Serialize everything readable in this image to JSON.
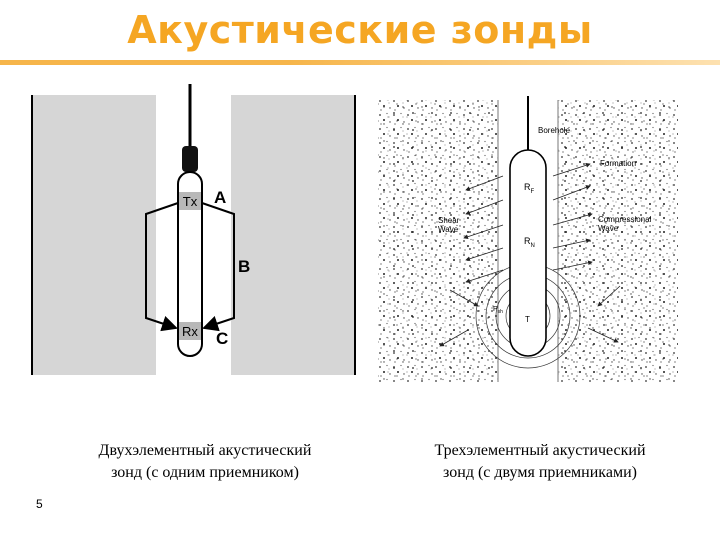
{
  "page": {
    "title": "Акустические зонды",
    "page_number": "5",
    "accent_color": "#f5a623"
  },
  "left_diagram": {
    "transmitter_label": "Tx",
    "receiver_label": "Rx",
    "point_a": "A",
    "point_b": "B",
    "point_c": "C",
    "caption_line1": "Двухэлементный акустический",
    "caption_line2": "зонд (с одним приемником)"
  },
  "right_diagram": {
    "borehole_label": "Borehole",
    "formation_label": "Formation",
    "compressional_label_1": "Compressional",
    "compressional_label_2": "Wave",
    "shear_label_1": "Shear",
    "shear_label_2": "Wave",
    "receiver_far": "R",
    "receiver_far_sub": "F",
    "receiver_near": "R",
    "receiver_near_sub": "N",
    "transmitter": "T",
    "shear_point": "P",
    "shear_point_sub": "sh",
    "caption_line1": "Трехэлементный акустический",
    "caption_line2": "зонд (с двумя приемниками)"
  }
}
